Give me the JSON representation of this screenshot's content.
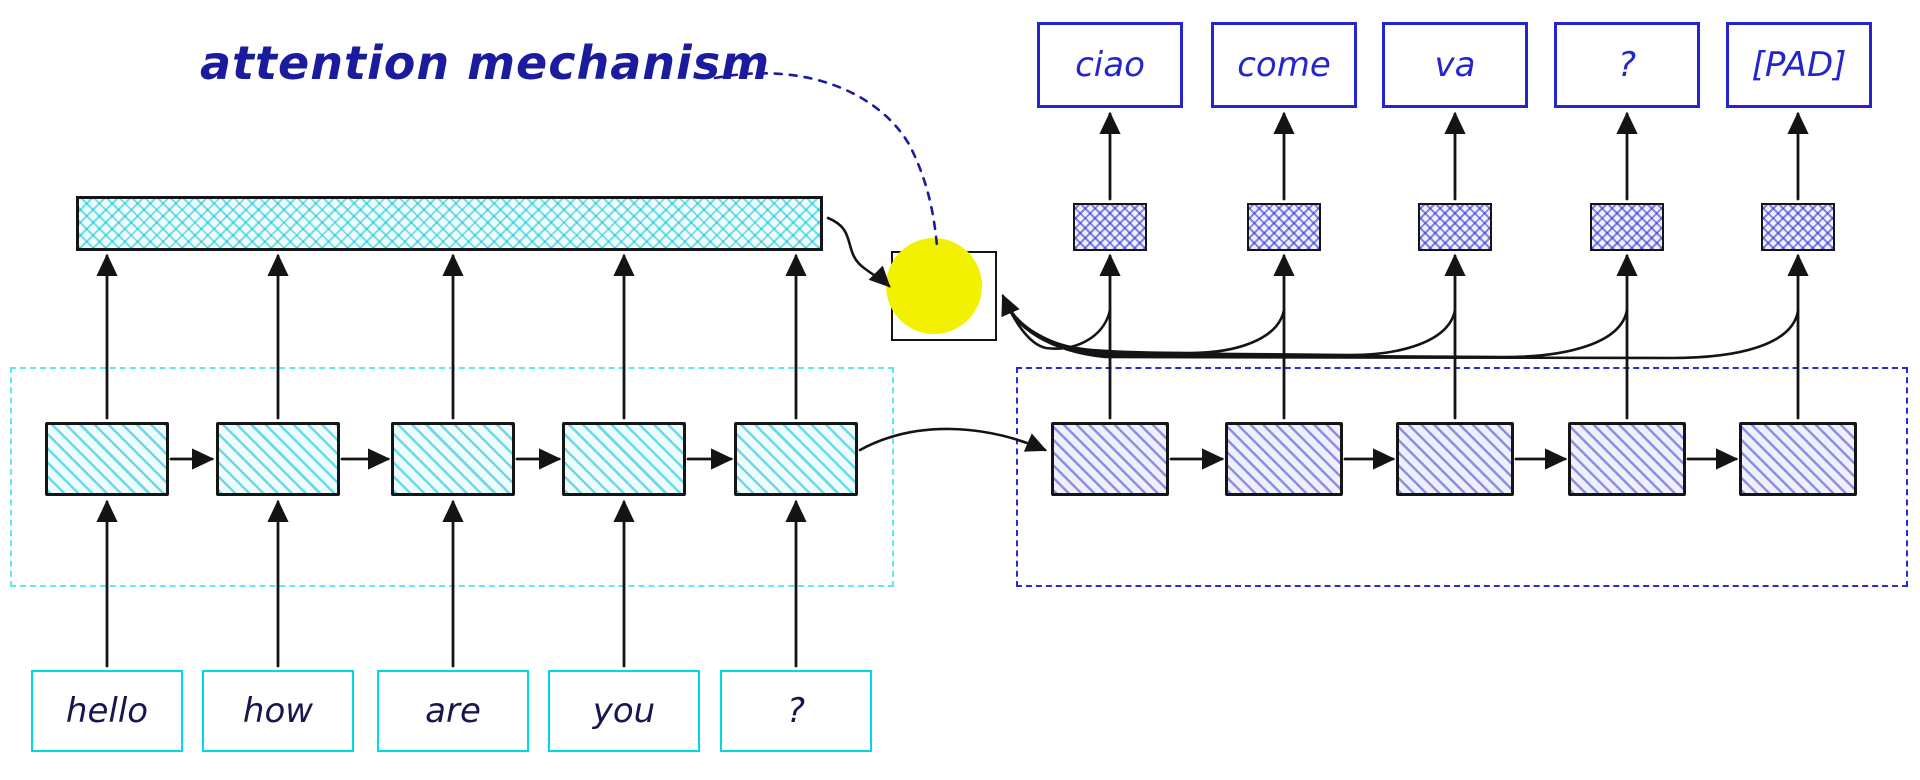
{
  "title": "attention mechanism",
  "encoder": {
    "tokens": [
      "hello",
      "how",
      "are",
      "you",
      "?"
    ]
  },
  "decoder": {
    "tokens": [
      "ciao",
      "come",
      "va",
      "?",
      "[PAD]"
    ]
  },
  "colors": {
    "encoder_accent": "#00d9e6",
    "decoder_accent": "#2525cd",
    "attention_yellow": "#f2f200",
    "ink": "#141414",
    "title_color": "#1b1b9e"
  }
}
